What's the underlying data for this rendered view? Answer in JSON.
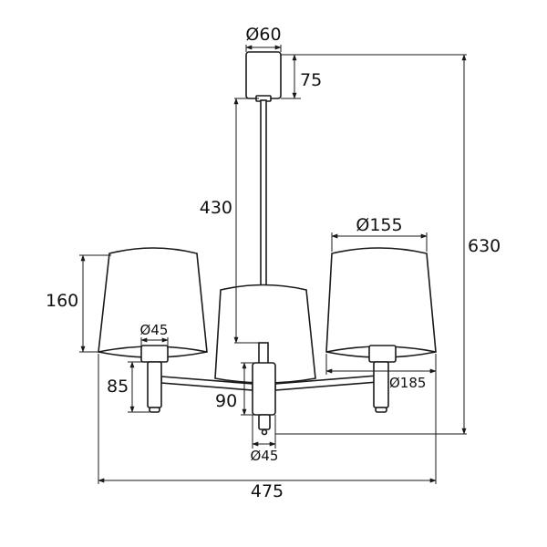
{
  "dimensions": {
    "canopy_diameter": "Ø60",
    "canopy_height": "75",
    "rod_length": "430",
    "total_height": "630",
    "shade_top_diameter": "Ø155",
    "shade_height": "160",
    "holder_diameter": "Ø45",
    "socket_height": "85",
    "shade_bottom_diameter": "Ø185",
    "hub_height": "90",
    "hub_diameter": "Ø45",
    "total_width": "475"
  }
}
